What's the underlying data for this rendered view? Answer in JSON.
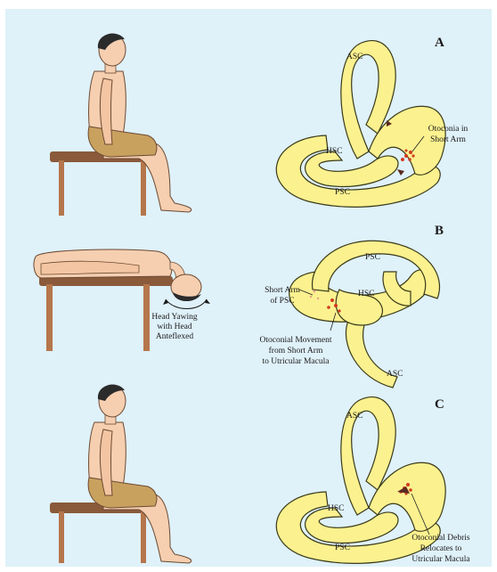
{
  "colors": {
    "background": "#dff1f9",
    "skin": "#f6cfb0",
    "skin_stroke": "#6b4a33",
    "hair": "#2b2b2b",
    "shorts": "#c9a15f",
    "table_top": "#8a5a3b",
    "table_legs": "#b5764c",
    "canal_fill": "#fbf18f",
    "canal_stroke": "#3a3a1a",
    "otoconia": "#d23a1f",
    "debris_dark": "#5a2a20",
    "sky": "#d0e9f5"
  },
  "panels": [
    {
      "letter": "A",
      "canal_labels": {
        "asc": "ASC",
        "hsc": "HSC",
        "psc": "PSC"
      },
      "annotation": [
        "Otoconia in",
        "Short Arm"
      ]
    },
    {
      "letter": "B",
      "canal_labels": {
        "psc": "PSC",
        "hsc": "HSC",
        "asc": "ASC"
      },
      "annotation_left": [
        "Short Arm",
        "of PSC"
      ],
      "annotation_bottom": [
        "Otoconial Movement",
        "from Short Arm",
        "to Utricular Macula"
      ],
      "head_note": [
        "Head Yawing",
        "with Head",
        "Anteflexed"
      ]
    },
    {
      "letter": "C",
      "canal_labels": {
        "asc": "ASC",
        "hsc": "HSC",
        "psc": "PSC"
      },
      "annotation": [
        "Otoconial Debris",
        "Relocates to",
        "Utricular Macula"
      ]
    }
  ]
}
